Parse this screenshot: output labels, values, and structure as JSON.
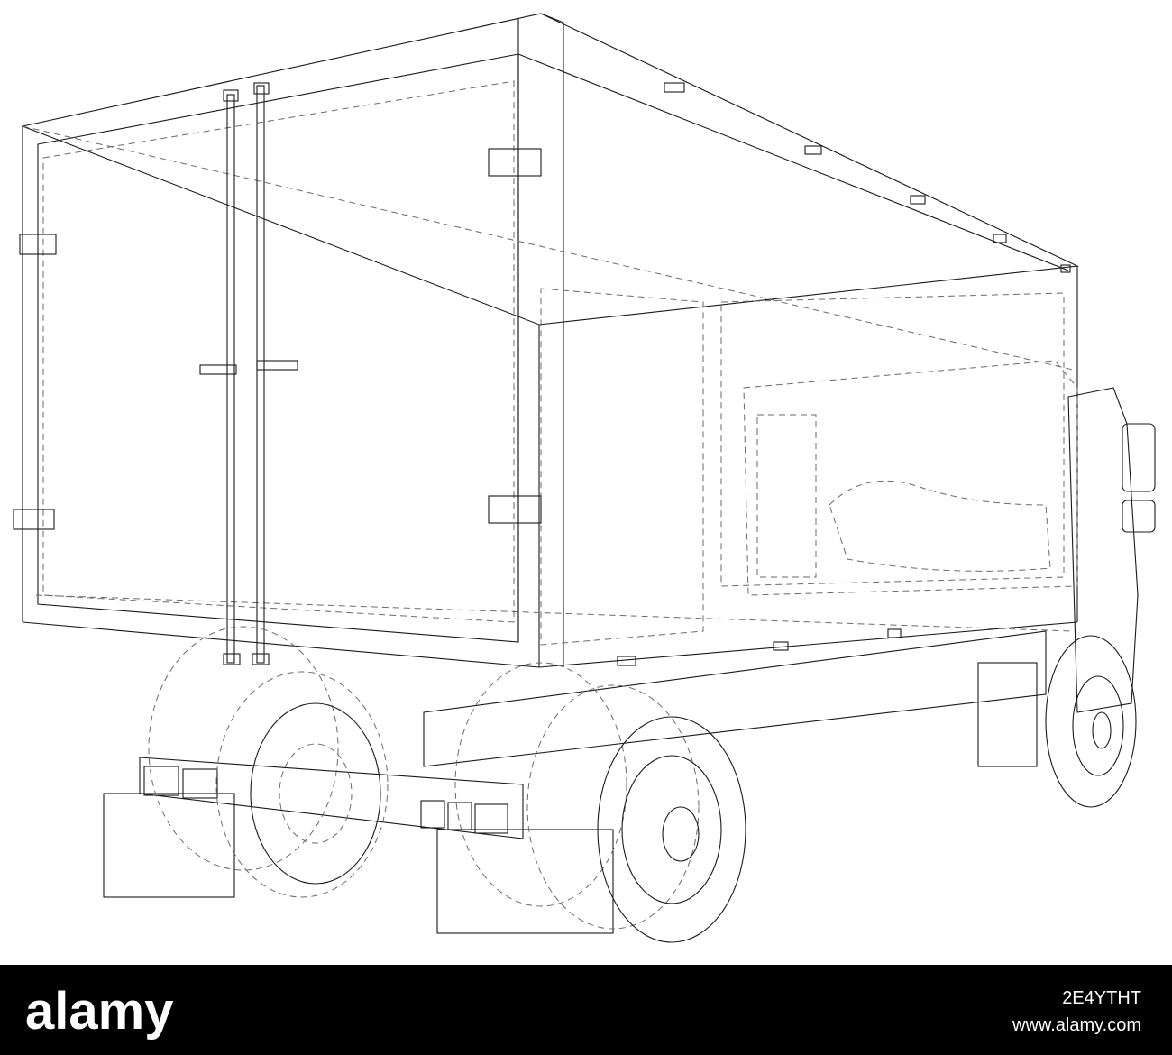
{
  "footer": {
    "logo_text": "alamy",
    "image_id": "2E4YTHT",
    "site": "www.alamy.com"
  },
  "illustration": {
    "subject": "truck-wireframe",
    "icon": "box-truck-icon"
  },
  "colors": {
    "background": "#ffffff",
    "line": "#1a1a1a",
    "dashed_line": "#6a6a6a",
    "footer": "#000000"
  }
}
